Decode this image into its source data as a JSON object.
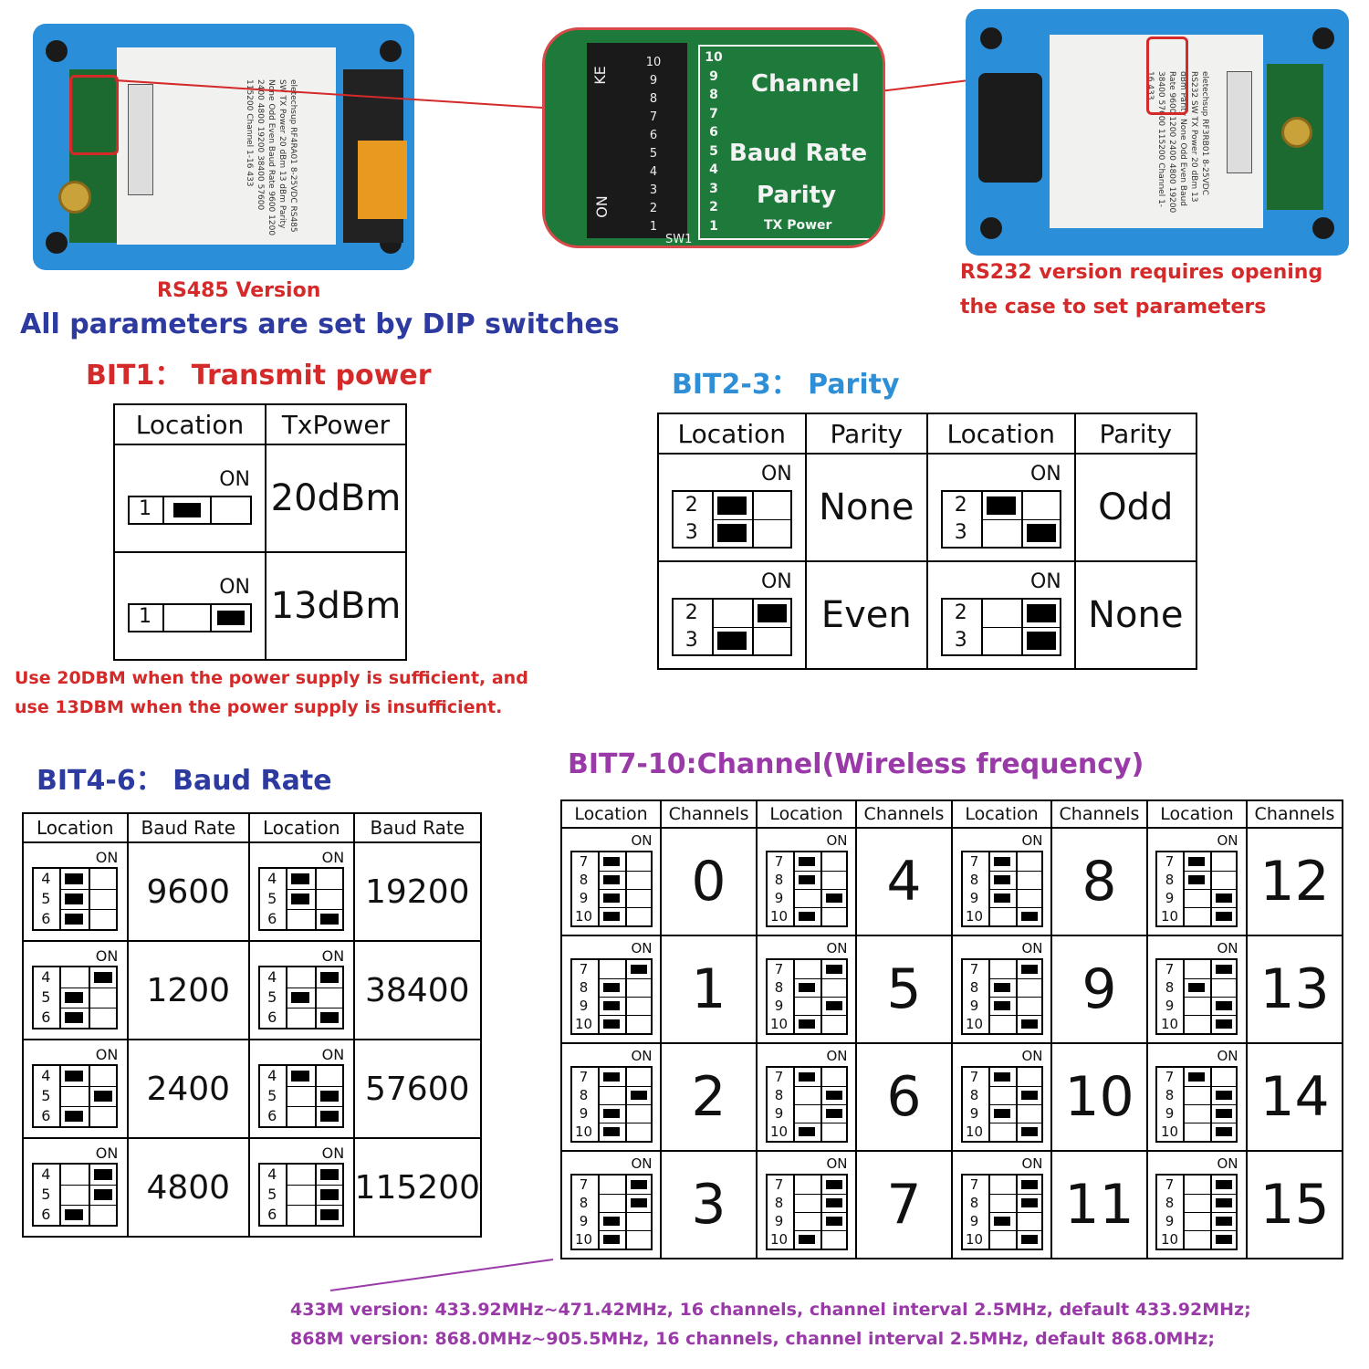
{
  "photos": {
    "rs485_caption": "RS485 Version",
    "rs232_caption_line1": "RS232 version requires opening",
    "rs232_caption_line2": "the case to set parameters",
    "pcb_labels": [
      "Channel",
      "Baud Rate",
      "Parity",
      "TX Power"
    ],
    "pcb_numbers": [
      "10",
      "9",
      "8",
      "7",
      "6",
      "5",
      "4",
      "3",
      "2",
      "1"
    ],
    "pcb_switch_id": "SW1",
    "pcb_on": "ON",
    "pcb_ke": "KE",
    "pcb_switch_digits": [
      "1",
      "2",
      "3",
      "4",
      "5",
      "6",
      "7",
      "8",
      "9",
      "10"
    ],
    "rs485_label_text": [
      "eletechsup",
      "RF4RA01",
      "8-25VDC",
      "RS485",
      "SW",
      "TX Power",
      "20 dBm",
      "13 dBm",
      "Parity",
      "None",
      "Odd",
      "Even",
      "Baud Rate",
      "9600",
      "1200",
      "2400",
      "4800",
      "19200",
      "38400",
      "57600",
      "115200",
      "Channel 1-16",
      "433"
    ],
    "rs232_label_text": [
      "eletechsup",
      "RF3RB01",
      "8-25VDC",
      "RS232",
      "SW",
      "TX Power",
      "20 dBm",
      "13 dBm",
      "Parity",
      "None",
      "Odd",
      "Even",
      "Baud Rate",
      "9600",
      "1200",
      "2400",
      "4800",
      "19200",
      "38400",
      "57600",
      "115200",
      "Channel 1-16",
      "433"
    ]
  },
  "headline": "All parameters are set by DIP switches",
  "bit1": {
    "title": "BIT1： Transmit power",
    "headers": [
      "Location",
      "TxPower"
    ],
    "rows": [
      {
        "on_label": "ON",
        "pin": "1",
        "state": [
          1
        ],
        "value": "20dBm"
      },
      {
        "on_label": "ON",
        "pin": "1",
        "state": [
          0
        ],
        "value": "13dBm"
      }
    ],
    "note_line1": "Use 20DBM when the power supply is sufficient, and",
    "note_line2": "use 13DBM when the power supply is insufficient."
  },
  "bit23": {
    "title": "BIT2-3： Parity",
    "headers": [
      "Location",
      "Parity",
      "Location",
      "Parity"
    ],
    "pins": [
      "2",
      "3"
    ],
    "on_label": "ON",
    "cells": [
      {
        "state": [
          1,
          1
        ],
        "value": "None"
      },
      {
        "state": [
          1,
          0
        ],
        "value": "Odd"
      },
      {
        "state": [
          0,
          1
        ],
        "value": "Even"
      },
      {
        "state": [
          0,
          0
        ],
        "value": "None"
      }
    ]
  },
  "bit46": {
    "title": "BIT4-6： Baud Rate",
    "headers": [
      "Location",
      "Baud  Rate",
      "Location",
      "Baud  Rate"
    ],
    "pins": [
      "4",
      "5",
      "6"
    ],
    "on_label": "ON",
    "cells": [
      {
        "state": [
          1,
          1,
          1
        ],
        "value": "9600"
      },
      {
        "state": [
          1,
          1,
          0
        ],
        "value": "19200"
      },
      {
        "state": [
          0,
          1,
          1
        ],
        "value": "1200"
      },
      {
        "state": [
          0,
          1,
          0
        ],
        "value": "38400"
      },
      {
        "state": [
          1,
          0,
          1
        ],
        "value": "2400"
      },
      {
        "state": [
          1,
          0,
          0
        ],
        "value": "57600"
      },
      {
        "state": [
          0,
          0,
          1
        ],
        "value": "4800"
      },
      {
        "state": [
          0,
          0,
          0
        ],
        "value": "115200"
      }
    ]
  },
  "bit710": {
    "title": "BIT7-10:Channel(Wireless frequency)",
    "headers": [
      "Location",
      "Channels",
      "Location",
      "Channels",
      "Location",
      "Channels",
      "Location",
      "Channels"
    ],
    "pins": [
      "7",
      "8",
      "9",
      "10"
    ],
    "on_label": "ON",
    "cells": [
      {
        "state": [
          1,
          1,
          1,
          1
        ],
        "value": "0"
      },
      {
        "state": [
          1,
          1,
          0,
          1
        ],
        "value": "4"
      },
      {
        "state": [
          1,
          1,
          1,
          0
        ],
        "value": "8"
      },
      {
        "state": [
          1,
          1,
          0,
          0
        ],
        "value": "12"
      },
      {
        "state": [
          0,
          1,
          1,
          1
        ],
        "value": "1"
      },
      {
        "state": [
          0,
          1,
          0,
          1
        ],
        "value": "5"
      },
      {
        "state": [
          0,
          1,
          1,
          0
        ],
        "value": "9"
      },
      {
        "state": [
          0,
          1,
          0,
          0
        ],
        "value": "13"
      },
      {
        "state": [
          1,
          0,
          1,
          1
        ],
        "value": "2"
      },
      {
        "state": [
          1,
          0,
          0,
          1
        ],
        "value": "6"
      },
      {
        "state": [
          1,
          0,
          1,
          0
        ],
        "value": "10"
      },
      {
        "state": [
          1,
          0,
          0,
          0
        ],
        "value": "14"
      },
      {
        "state": [
          0,
          0,
          1,
          1
        ],
        "value": "3"
      },
      {
        "state": [
          0,
          0,
          0,
          1
        ],
        "value": "7"
      },
      {
        "state": [
          0,
          0,
          1,
          0
        ],
        "value": "11"
      },
      {
        "state": [
          0,
          0,
          0,
          0
        ],
        "value": "15"
      }
    ],
    "footer_line1": "433M version: 433.92MHz~471.42MHz, 16 channels, channel interval 2.5MHz, default 433.92MHz;",
    "footer_line2": "868M version: 868.0MHz~905.5MHz, 16 channels, channel interval 2.5MHz, default 868.0MHz;"
  }
}
